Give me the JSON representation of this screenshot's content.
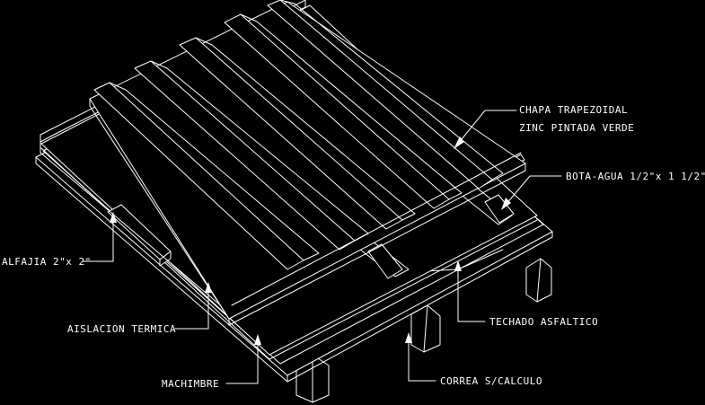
{
  "labels": {
    "chapa_line1": "CHAPA TRAPEZOIDAL",
    "chapa_line2": "ZINC PINTADA VERDE",
    "bota_agua": "BOTA-AGUA 1/2\"x 1 1/2\"",
    "alfajia": "ALFAJIA 2\"x 2\"",
    "aislacion": "AISLACION TERMICA",
    "techado": "TECHADO ASFALTICO",
    "machimbre": "MACHIMBRE",
    "correa": "CORREA S/CALCULO"
  },
  "colors": {
    "background": "#000000",
    "lines": "#ffffff"
  }
}
